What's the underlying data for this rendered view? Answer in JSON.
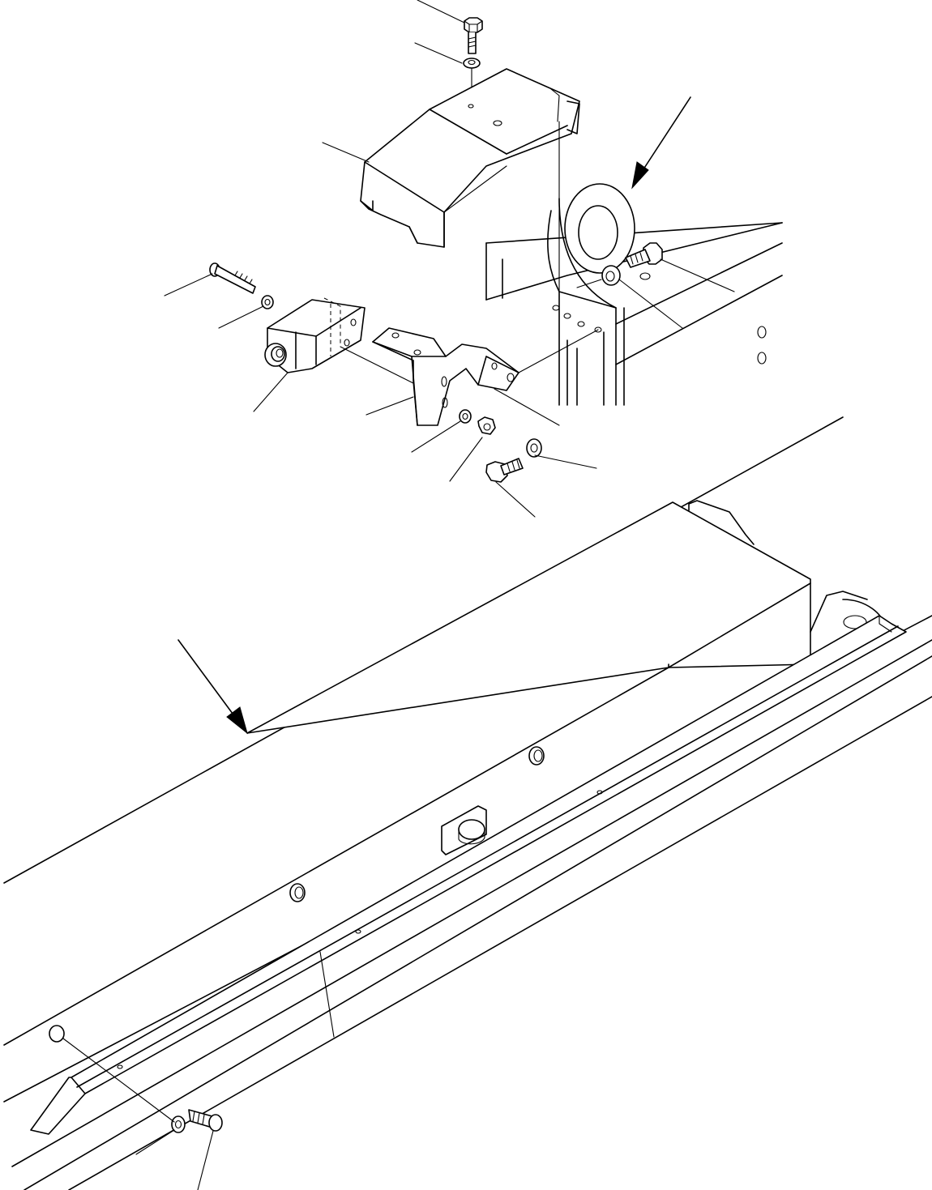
{
  "diagram": {
    "kind": "exploded parts drawing",
    "parts": [
      {
        "name": "hex-bolt-top",
        "callout": ""
      },
      {
        "name": "washer-top",
        "callout": ""
      },
      {
        "name": "switch-cover",
        "callout": ""
      },
      {
        "name": "long-screw",
        "callout": ""
      },
      {
        "name": "small-washer",
        "callout": ""
      },
      {
        "name": "limit-switch",
        "callout": ""
      },
      {
        "name": "switch-bracket",
        "callout": ""
      },
      {
        "name": "lock-washer",
        "callout": ""
      },
      {
        "name": "nut",
        "callout": ""
      },
      {
        "name": "bracket-washer",
        "callout": ""
      },
      {
        "name": "bracket-bolt",
        "callout": ""
      },
      {
        "name": "frame-washer",
        "callout": ""
      },
      {
        "name": "frame-bolt",
        "callout": ""
      },
      {
        "name": "lever-bar",
        "callout": ""
      },
      {
        "name": "bar-washer",
        "callout": ""
      },
      {
        "name": "bar-bolt",
        "callout": ""
      }
    ],
    "view_arrows": 2
  }
}
